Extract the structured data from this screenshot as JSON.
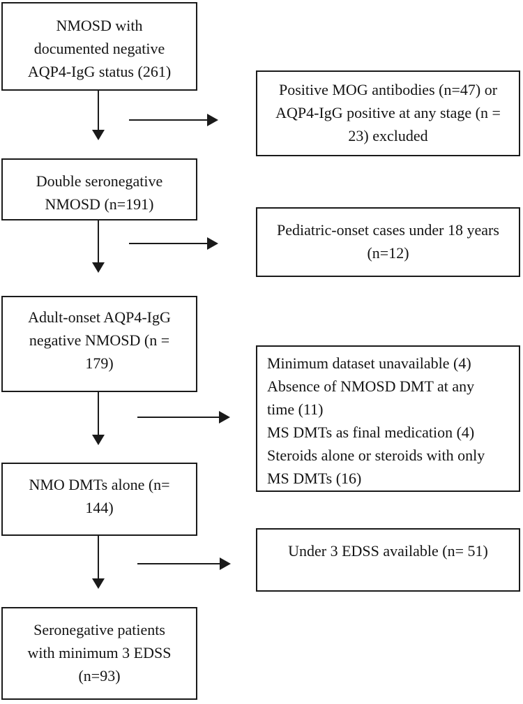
{
  "diagram": {
    "type": "flowchart",
    "background_color": "#ffffff",
    "line_color": "#1a1a1a",
    "text_color": "#141414"
  },
  "boxes": {
    "left": [
      {
        "id": "nmosd-documented-negative",
        "lines": [
          "NMOSD with",
          "documented negative",
          "AQP4-IgG status (261)"
        ]
      },
      {
        "id": "double-seronegative",
        "lines": [
          "Double seronegative",
          "NMOSD (n=191)"
        ]
      },
      {
        "id": "adult-onset-negative",
        "lines": [
          "Adult-onset AQP4-IgG",
          "negative NMOSD (n =",
          "179)"
        ]
      },
      {
        "id": "nmo-dmts-alone",
        "lines": [
          "NMO DMTs alone (n=",
          "144)"
        ]
      },
      {
        "id": "seronegative-min-edss",
        "lines": [
          "Seronegative patients",
          "with minimum 3 EDSS",
          "(n=93)"
        ]
      }
    ],
    "right": [
      {
        "id": "mog-aqp4-excluded",
        "lines": [
          "Positive MOG antibodies (n=47) or",
          "AQP4-IgG positive at any stage (n =",
          "23) excluded"
        ]
      },
      {
        "id": "pediatric-onset-excluded",
        "lines": [
          "Pediatric-onset cases under 18 years",
          "(n=12)"
        ]
      },
      {
        "id": "dataset-dmt-exclusions",
        "lines": [
          "Minimum dataset unavailable (4)",
          "Absence of NMOSD DMT at any",
          "time (11)",
          "MS DMTs as final medication (4)",
          "Steroids alone or steroids with only",
          "MS DMTs (16)"
        ]
      },
      {
        "id": "under-3-edss",
        "lines": [
          "Under 3 EDSS available (n= 51)"
        ]
      }
    ]
  }
}
